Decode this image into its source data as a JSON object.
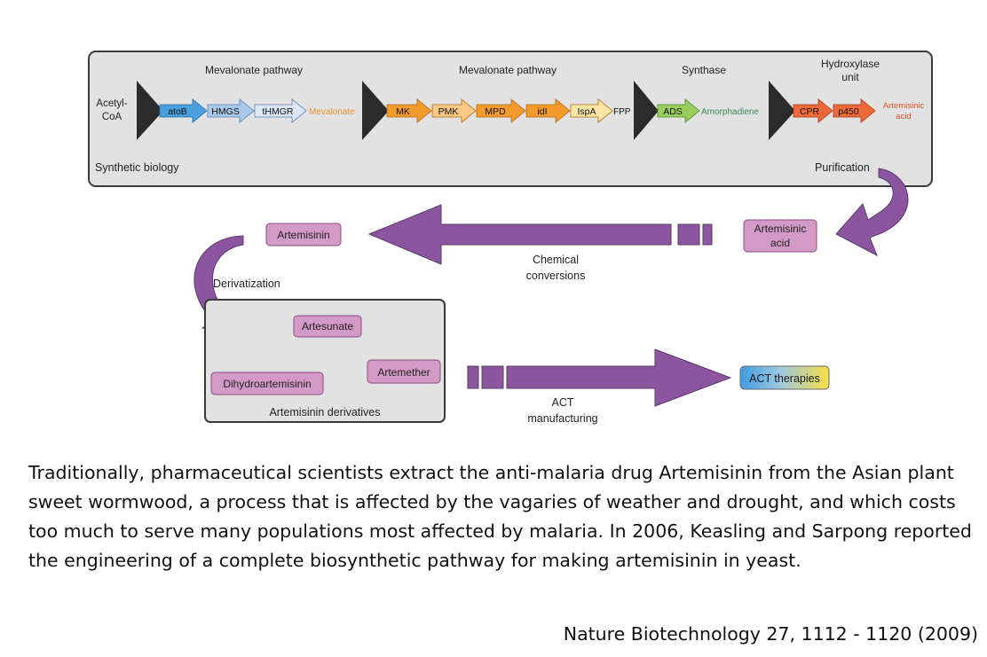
{
  "panel_top": {
    "acetyl_coa": [
      "Acetyl-",
      "CoA"
    ],
    "section_1": "Mevalonate pathway",
    "section_2": "Mevalonate pathway",
    "section_3": "Synthase",
    "section_4": [
      "Hydroxylase",
      "unit"
    ],
    "genes_1": [
      "atoB",
      "HMGS",
      "tHMGR"
    ],
    "product_1": "Mevalonate",
    "genes_2": [
      "MK",
      "PMK",
      "MPD",
      "idI",
      "IspA"
    ],
    "product_2": "FPP",
    "genes_3": [
      "ADS"
    ],
    "product_3": "Amorphadiene",
    "genes_4": [
      "CPR",
      "p450"
    ],
    "product_4": [
      "Artemisinic",
      "acid"
    ],
    "footer_left": "Synthetic biology",
    "footer_right": "Purification"
  },
  "middle": {
    "artemisinin": "Artemisinin",
    "artemisinic_acid": [
      "Artemisinic",
      "acid"
    ],
    "chemical_conversions": [
      "Chemical",
      "conversions"
    ],
    "derivatization": "Derivatization"
  },
  "derivatives_panel": {
    "items": [
      "Artesunate",
      "Dihydroartemisinin",
      "Artemether"
    ],
    "footer": "Artemisinin derivatives"
  },
  "act": {
    "manufacturing": [
      "ACT",
      "manufacturing"
    ],
    "therapies": "ACT therapies"
  },
  "caption": "Traditionally, pharmaceutical scientists extract the anti-malaria drug Artemisinin from the Asian plant sweet wormwood, a process that is affected by the vagaries of weather and drought, and which costs too much to serve many populations most affected by malaria. In 2006, Keasling and Sarpong reported the engineering of a complete biosynthetic pathway for making artemisinin in yeast.",
  "citation": "Nature Biotechnology 27, 1112 - 1120 (2009)",
  "colors": {
    "panel_fill": "#e2e2e2",
    "panel_stroke": "#444444",
    "blue_gene": "#4a9fdc",
    "light_blue_gene": "#a9c8ea",
    "orange_gene": "#f39a2c",
    "light_orange_gene": "#f8c884",
    "pale_yellow_gene": "#fbe6a6",
    "green_gene": "#98cd5c",
    "red_gene": "#ef6a3a",
    "mevalonate_text": "#e6922a",
    "amorphadiene_text": "#3a8a58",
    "artemisinic_text": "#e1502a",
    "purple_arrow": "#8b559f",
    "pink_box": "#d39ac8"
  }
}
